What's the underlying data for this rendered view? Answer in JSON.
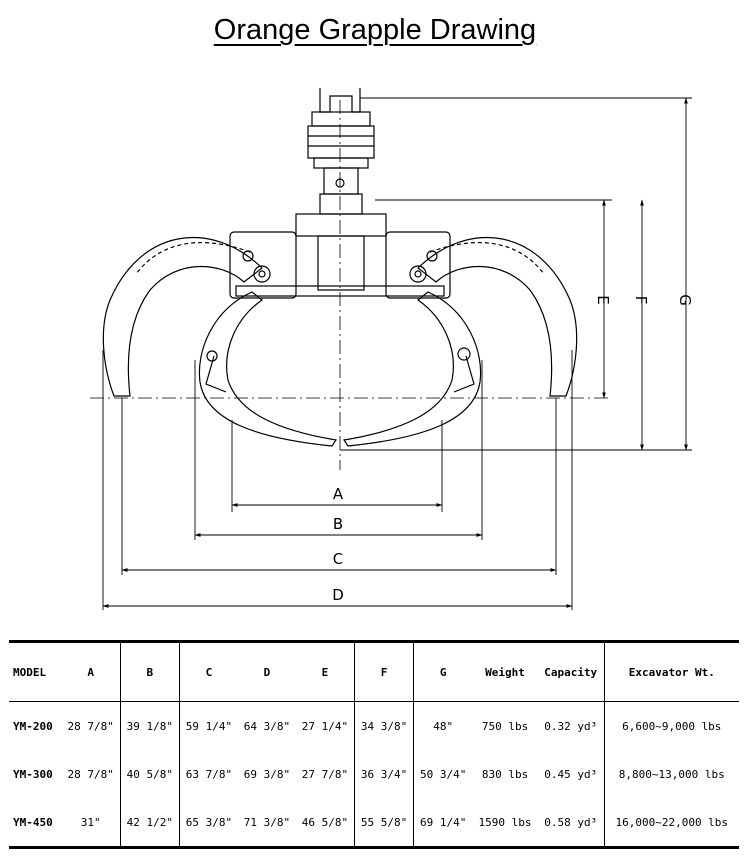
{
  "title": "Orange Grapple Drawing",
  "dimension_labels": {
    "a": "A",
    "b": "B",
    "c": "C",
    "d": "D",
    "e": "E",
    "f": "F",
    "g": "G"
  },
  "table": {
    "headers": [
      "MODEL",
      "A",
      "B",
      "C",
      "D",
      "E",
      "F",
      "G",
      "Weight",
      "Capacity",
      "Excavator Wt."
    ],
    "rows": [
      [
        "YM-200",
        "28 7/8\"",
        "39 1/8\"",
        "59 1/4\"",
        "64 3/8\"",
        "27 1/4\"",
        "34 3/8\"",
        "48\"",
        "750 lbs",
        "0.32 yd³",
        "6,600~9,000 lbs"
      ],
      [
        "YM-300",
        "28 7/8\"",
        "40 5/8\"",
        "63 7/8\"",
        "69 3/8\"",
        "27 7/8\"",
        "36 3/4\"",
        "50 3/4\"",
        "830 lbs",
        "0.45 yd³",
        "8,800~13,000 lbs"
      ],
      [
        "YM-450",
        "31\"",
        "42 1/2\"",
        "65 3/8\"",
        "71 3/8\"",
        "46 5/8\"",
        "55 5/8\"",
        "69 1/4\"",
        "1590 lbs",
        "0.58 yd³",
        "16,000~22,000 lbs"
      ]
    ]
  }
}
